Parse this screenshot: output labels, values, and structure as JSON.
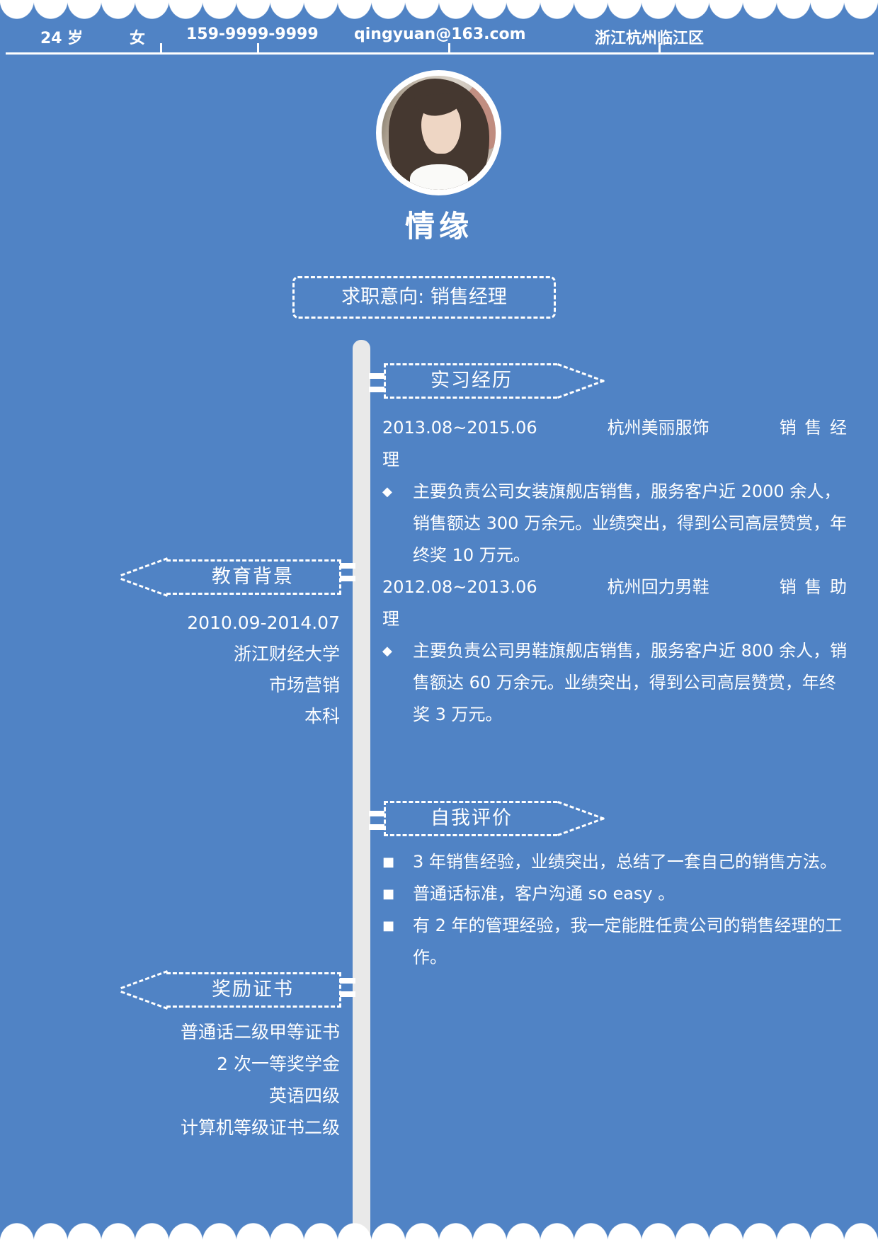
{
  "page": {
    "background": "#5083c5",
    "timeline_color": "#e9e9e9",
    "text_color": "#ffffff"
  },
  "header": {
    "age": "24 岁",
    "gender": "女",
    "phone": "159-9999-9999",
    "email": "qingyuan@163.com",
    "location": "浙江杭州临江区"
  },
  "profile": {
    "name": "情缘",
    "objective": "求职意向: 销售经理"
  },
  "experience": {
    "title": "实习经历",
    "bullet_glyph": "◆",
    "jobs": [
      {
        "period": "2013.08~2015.06",
        "company": "杭州美丽服饰",
        "role_line1": "销 售 经",
        "role_line2": "理",
        "bullet": "主要负责公司女装旗舰店销售，服务客户近 2000 余人，销售额达 300 万余元。业绩突出，得到公司高层赞赏，年终奖 10 万元。"
      },
      {
        "period": "2012.08~2013.06",
        "company": "杭州回力男鞋",
        "role_line1": "销 售 助",
        "role_line2": "理",
        "bullet": "主要负责公司男鞋旗舰店销售，服务客户近 800 余人，销售额达 60 万余元。业绩突出，得到公司高层赞赏，年终奖 3 万元。"
      }
    ]
  },
  "education": {
    "title": "教育背景",
    "period": "2010.09-2014.07",
    "school": "浙江财经大学",
    "major": "市场营销",
    "degree": "本科"
  },
  "self_evaluation": {
    "title": "自我评价",
    "bullet_glyph": "■",
    "bullets": [
      "3 年销售经验，业绩突出，总结了一套自己的销售方法。",
      "普通话标准，客户沟通 so easy 。",
      "有 2 年的管理经验，我一定能胜任贵公司的销售经理的工作。"
    ]
  },
  "awards": {
    "title": "奖励证书",
    "items": [
      "普通话二级甲等证书",
      "2 次一等奖学金",
      "英语四级",
      "计算机等级证书二级"
    ]
  }
}
